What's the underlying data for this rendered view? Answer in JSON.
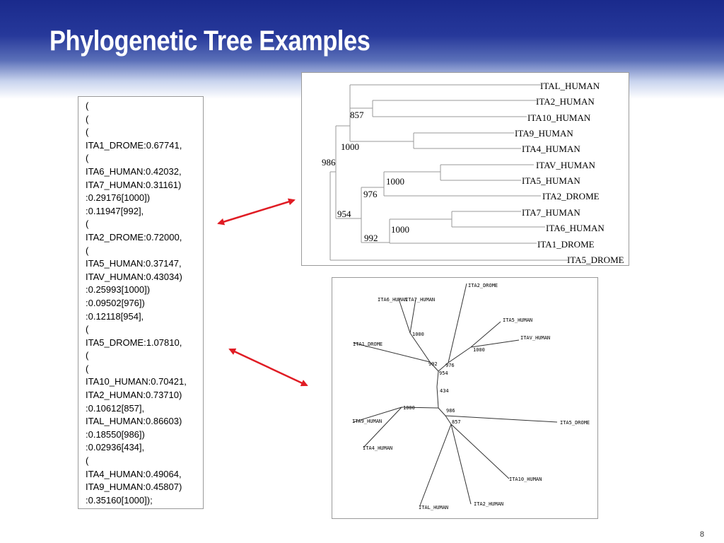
{
  "slide": {
    "title": "Phylogenetic Tree Examples",
    "page_number": "8"
  },
  "colors": {
    "header_dark": "#1a2a8c",
    "arrow": "#e01c24",
    "border": "#9a9a9a"
  },
  "newick_lines": [
    "(",
    "(",
    "(",
    "ITA1_DROME:0.67741,",
    "(",
    "ITA6_HUMAN:0.42032,",
    "ITA7_HUMAN:0.31161)",
    ":0.29176[1000])",
    ":0.11947[992],",
    "(",
    "ITA2_DROME:0.72000,",
    "(",
    "ITA5_HUMAN:0.37147,",
    "ITAV_HUMAN:0.43034)",
    ":0.25993[1000])",
    ":0.09502[976])",
    ":0.12118[954],",
    "(",
    "ITA5_DROME:1.07810,",
    "(",
    "(",
    "ITA10_HUMAN:0.70421,",
    "ITA2_HUMAN:0.73710)",
    ":0.10612[857],",
    "ITAL_HUMAN:0.86603)",
    ":0.18550[986])",
    ":0.02936[434],",
    "(",
    "ITA4_HUMAN:0.49064,",
    "ITA9_HUMAN:0.45807)",
    ":0.35160[1000]);"
  ],
  "rooted_tree": {
    "leaves": [
      "ITAL_HUMAN",
      "ITA2_HUMAN",
      "ITA10_HUMAN",
      "ITA9_HUMAN",
      "ITA4_HUMAN",
      "ITAV_HUMAN",
      "ITA5_HUMAN",
      "ITA2_DROME",
      "ITA7_HUMAN",
      "ITA6_HUMAN",
      "ITA1_DROME",
      "ITA5_DROME"
    ],
    "bootstrap": [
      "857",
      "1000",
      "986",
      "1000",
      "976",
      "954",
      "1000",
      "992"
    ]
  },
  "unrooted_tree": {
    "leaves": [
      "ITA2_DROME",
      "ITA6_HUMAN",
      "ITA7_HUMAN",
      "ITA5_HUMAN",
      "ITAV_HUMAN",
      "ITA1_DROME",
      "ITA9_HUMAN",
      "ITA5_DROME",
      "ITA4_HUMAN",
      "ITA10_HUMAN",
      "ITAL_HUMAN",
      "ITA2_HUMAN"
    ],
    "bootstrap": [
      "1000",
      "1000",
      "992",
      "976",
      "954",
      "434",
      "1000",
      "986",
      "857"
    ]
  }
}
